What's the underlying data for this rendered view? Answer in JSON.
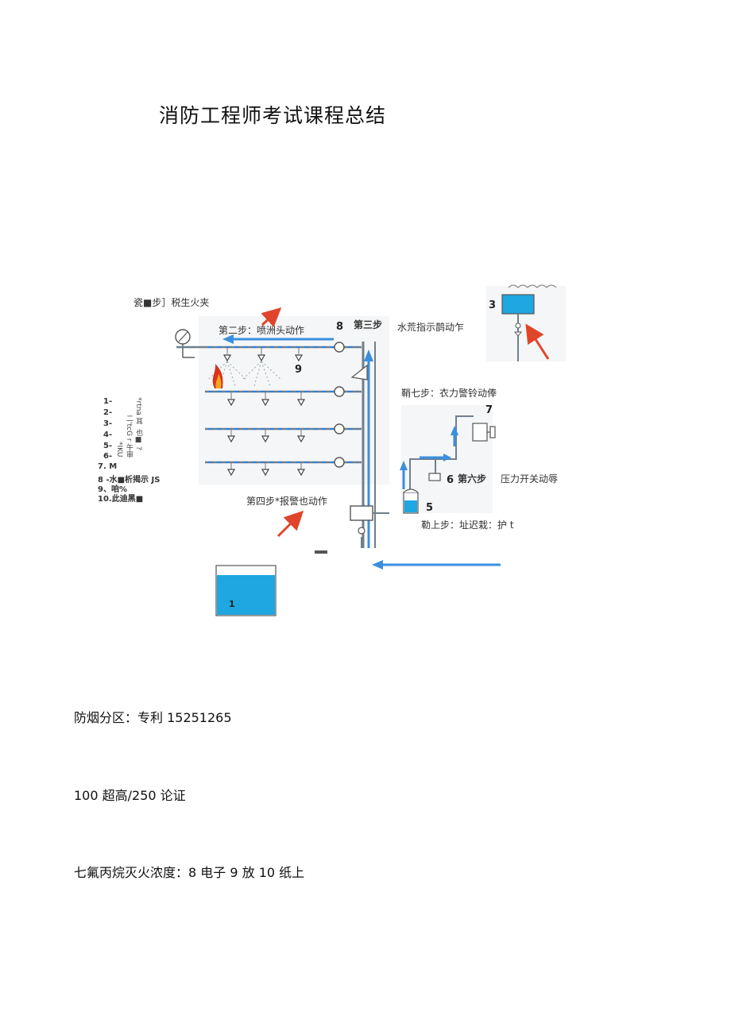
{
  "document": {
    "title": "消防工程师考试课程总结",
    "lines": [
      "防烟分区：专利 15251265",
      "100 超高/250 论证",
      "七氟丙烷灭火浓度：8 电子 9 放 10 纸上"
    ]
  },
  "diagram": {
    "step1": "瓷■步］税生火夹",
    "step2": "第二步：喷洲头动作",
    "step3": "第三步",
    "step3_text": "水荒指示鹊动乍",
    "step4": "第四步*报警也动作",
    "step5": "勒上步：址迟栽：护 t",
    "step6": "第六步",
    "step6_text": "压力开关动辱",
    "step7": "鞘七步：衣力警铃动俸",
    "numbers": [
      "1",
      "3",
      "5",
      "6",
      "7",
      "8",
      "9"
    ],
    "legend": [
      "1-",
      "2-",
      "3-",
      "4-",
      "5-",
      "6-",
      "7. M",
      "8 -水■析揭示 JS",
      "9、咱%",
      "10.此迪黑■"
    ],
    "legend_vertical": [
      "*rtna 耳",
      "也■ ?",
      "二'tcG r 午审",
      "*IKU"
    ],
    "colors": {
      "pipe": "#2f7fd6",
      "water": "#1ea7e0",
      "arrow_red": "#e0452b",
      "arrow_blue": "#3a8fe0"
    }
  }
}
